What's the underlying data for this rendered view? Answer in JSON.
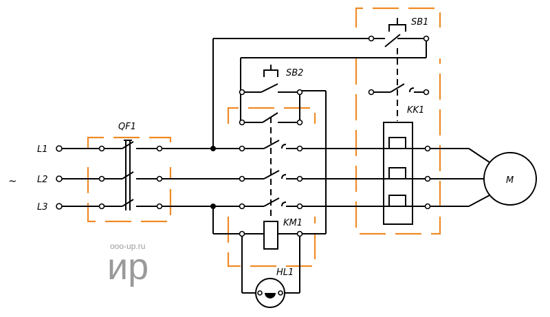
{
  "labels": {
    "tilde": "~",
    "line1": "L1",
    "line2": "L2",
    "line3": "L3",
    "breaker": "QF1",
    "stop_button": "SB1",
    "start_button": "SB2",
    "contactor": "KM1",
    "thermal_relay": "KK1",
    "indicator_lamp": "HL1",
    "motor": "M"
  },
  "watermark": {
    "site": "ooo-up.ru",
    "logo": "ир"
  },
  "colors": {
    "wire": "#000000",
    "group_border": "#f08a24",
    "watermark": "#9a9a9a"
  }
}
